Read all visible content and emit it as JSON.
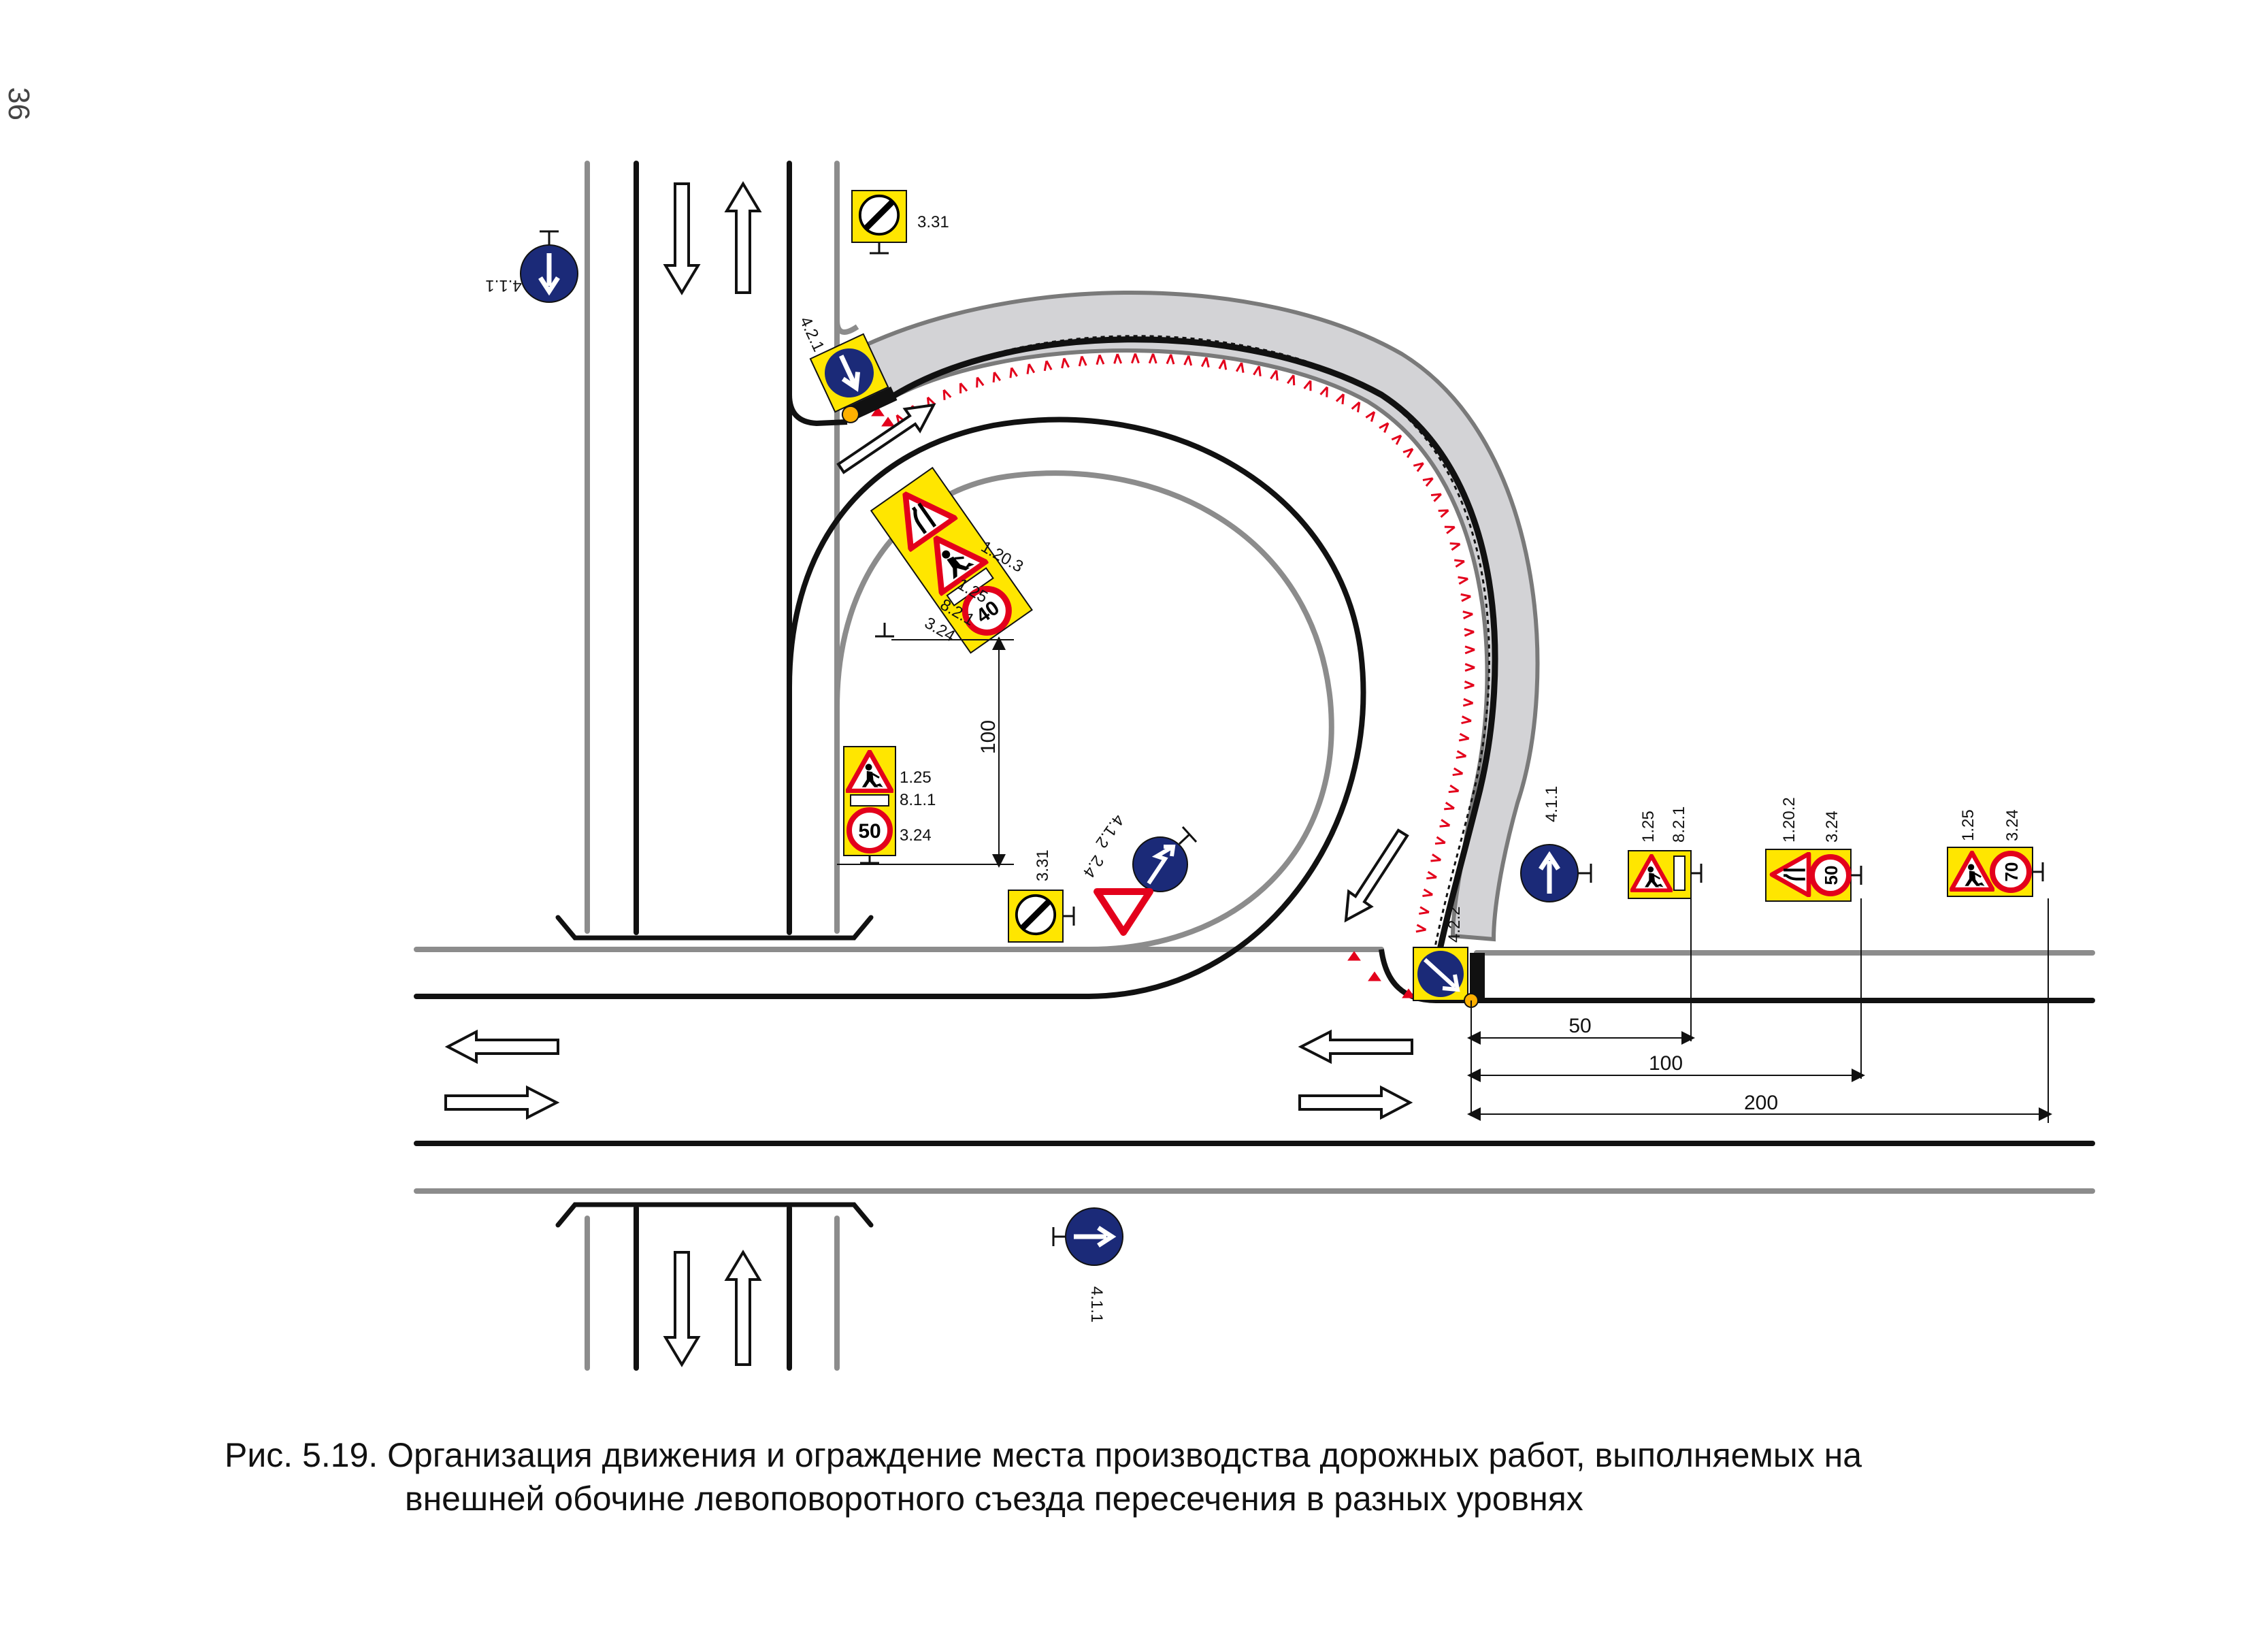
{
  "page_number": "36",
  "caption": {
    "line1": "Рис. 5.19. Организация движения и ограждение места производства  дорожных работ, выполняемых на",
    "line2": "внешней обочине левоповоротного съезда пересечения в разных уровнях"
  },
  "signs": {
    "s331_top": "3.31",
    "s411_left": "4.1.1",
    "s421": "4.2.1",
    "s1203": "1.20.3",
    "s125_a": "1.25",
    "s821_a": "8.2.1",
    "s324_a": "3.24",
    "speed_40": "40",
    "s125_b": "1.25",
    "s811": "8.1.1",
    "s324_b": "3.24",
    "speed_50a": "50",
    "s331_mid": "3.31",
    "s412": "4.1.2",
    "s24": "2.4",
    "s422": "4.2.2",
    "s411_right": "4.1.1",
    "s125_c": "1.25",
    "s821_c": "8.2.1",
    "s1202": "1.20.2",
    "s324_c": "3.24",
    "speed_50b": "50",
    "s125_d": "1.25",
    "s324_d": "3.24",
    "speed_70": "70",
    "s411_bottom": "4.1.1"
  },
  "dimensions": {
    "d100_vertical": "100",
    "d50": "50",
    "d100": "100",
    "d200": "200"
  },
  "colors": {
    "sign_blue": "#1b2a78",
    "sign_yellow": "#ffe600",
    "sign_red": "#e3001b",
    "worksite_gray": "#d3d3d6",
    "road_line_gray": "#8c8c8c"
  }
}
